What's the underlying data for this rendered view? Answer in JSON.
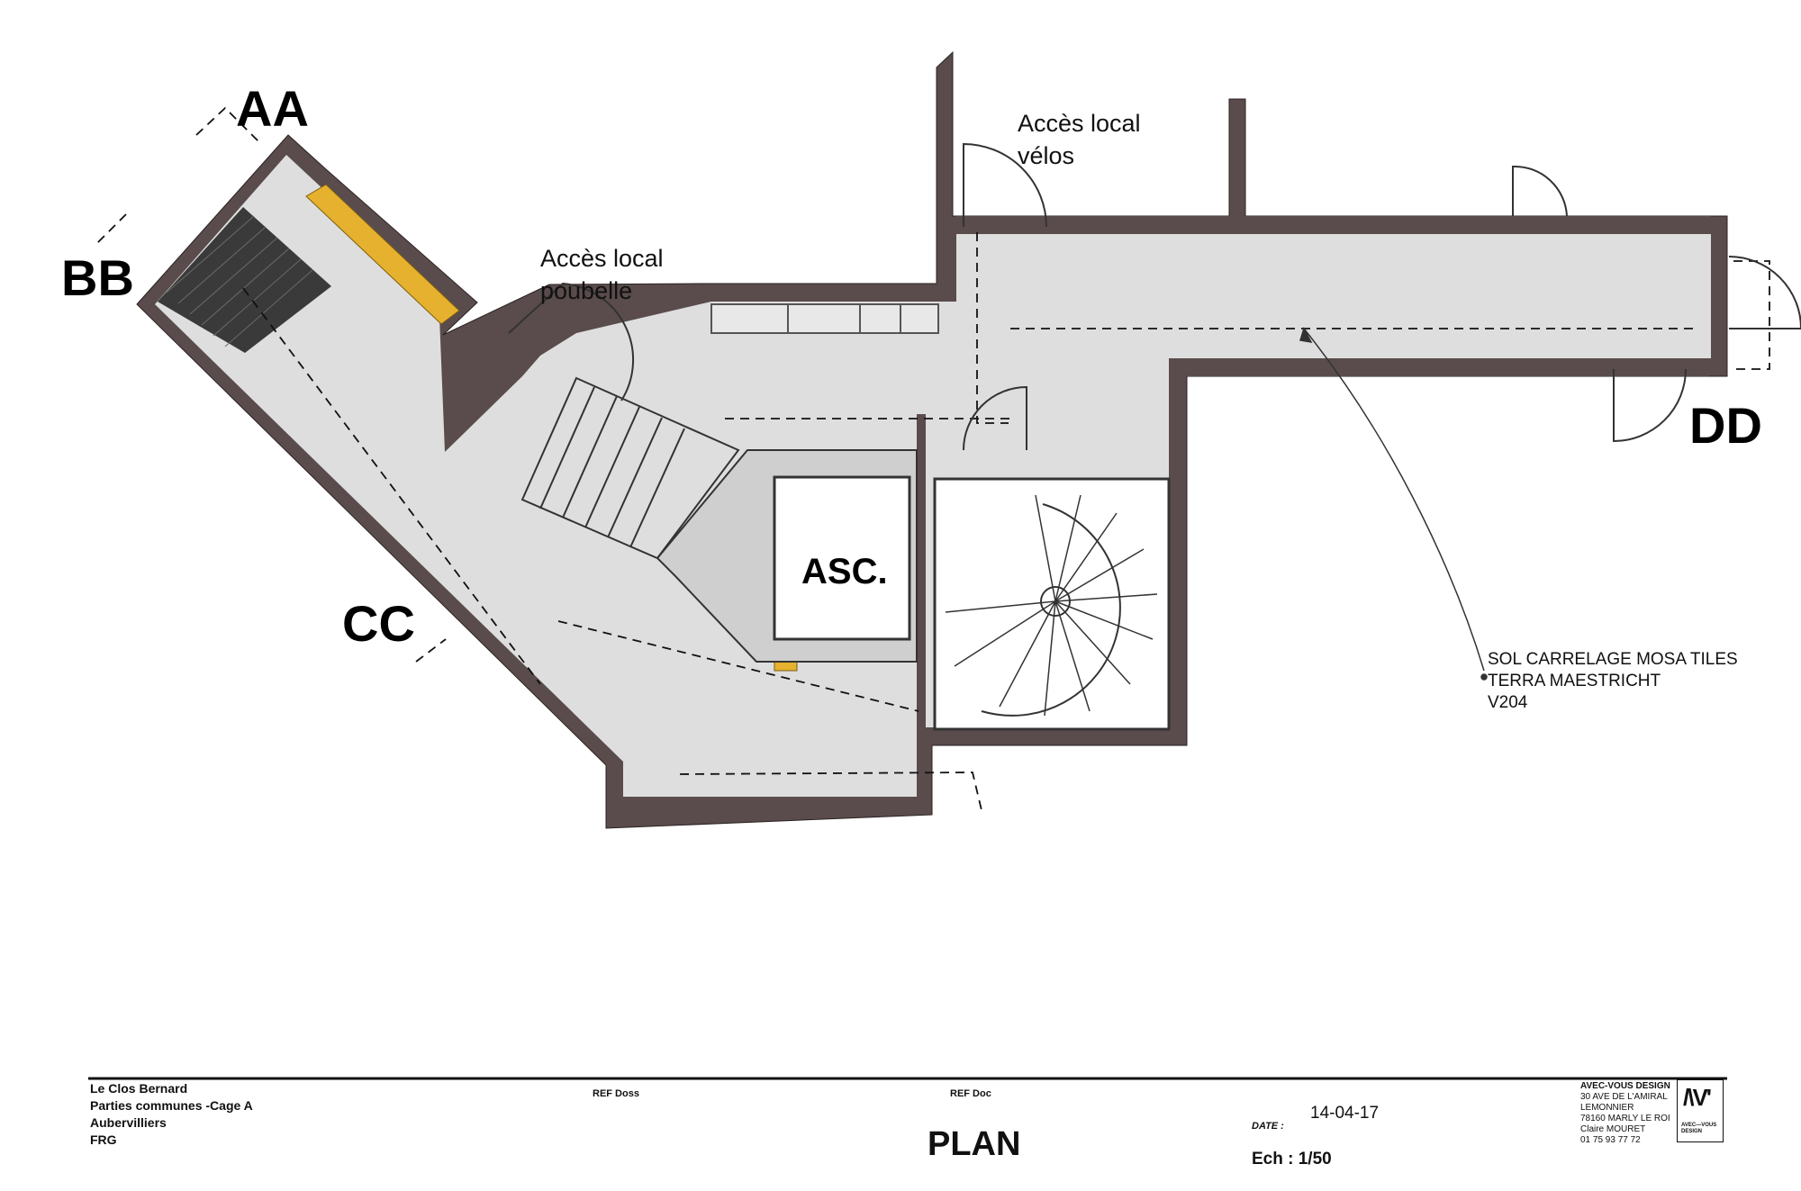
{
  "plan": {
    "sections": {
      "aa": "AA",
      "bb": "BB",
      "cc": "CC",
      "dd": "DD"
    },
    "elevator_label": "ASC.",
    "notes": {
      "bike_line1": "Accès local",
      "bike_line2": "vélos",
      "bin_line1": "Accès local",
      "bin_line2": "poubelle"
    },
    "floor_spec": {
      "line1": "SOL CARRELAGE MOSA TILES",
      "line2": "TERRA MAESTRICHT",
      "line3": "V204"
    },
    "colors": {
      "wall": "#5a4c4c",
      "floor": "#dedede",
      "accent": "#e6b12e",
      "stair": "#3c3c3c"
    }
  },
  "title_block": {
    "project_line1": "Le Clos Bernard",
    "project_line2": "Parties communes -Cage A",
    "project_line3": "Aubervilliers",
    "project_line4": "FRG",
    "ref_doss": "REF Doss",
    "ref_doc": "REF Doc",
    "sheet_title": "PLAN",
    "date_label": "DATE :",
    "date": "14-04-17",
    "scale": "Ech : 1/50",
    "firm_name": "AVEC-VOUS DESIGN",
    "firm_addr1": "30 AVE DE L'AMIRAL",
    "firm_addr2": "LEMONNIER",
    "firm_addr3": "78160 MARLY LE ROI",
    "firm_contact": "Claire MOURET",
    "firm_phone": "01 75 93 77 72",
    "logo_mark": "/\\V'",
    "logo_text1": "AVEC—VOUS",
    "logo_text2": "DESIGN"
  }
}
